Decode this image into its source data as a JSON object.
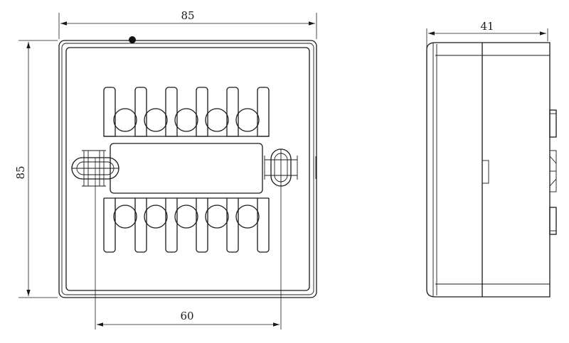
{
  "drawing": {
    "dimensions": {
      "front_width": "85",
      "front_height": "85",
      "mount_spacing": "60",
      "side_depth": "41"
    }
  }
}
